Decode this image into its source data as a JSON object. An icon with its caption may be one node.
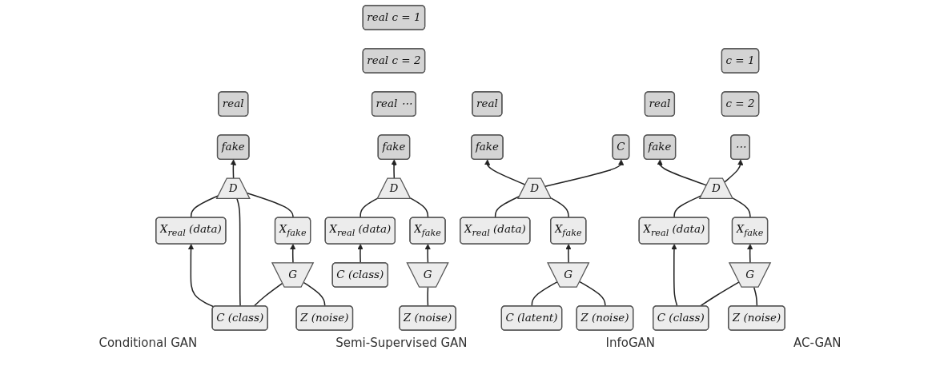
{
  "diagram": {
    "nodes": [
      {
        "text": [
          "real"
        ]
      },
      {
        "text": [
          "fake"
        ]
      },
      {
        "text": [
          "D"
        ]
      },
      {
        "text": [
          "X$_{real}$ (data)"
        ]
      },
      {
        "text": [
          "X$_{fake}$"
        ]
      },
      {
        "text": [
          "G"
        ]
      },
      {
        "text": [
          "C (class)"
        ]
      },
      {
        "text": [
          "Z (noise)"
        ]
      },
      {
        "text": [
          "real c = 1"
        ]
      },
      {
        "text": [
          "real c = 2"
        ]
      },
      {
        "text": [
          "real ⋯"
        ]
      },
      {
        "text": [
          "fake"
        ]
      },
      {
        "text": [
          "D"
        ]
      },
      {
        "text": [
          "X$_{real}$ (data)"
        ]
      },
      {
        "text": [
          "X$_{fake}$"
        ]
      },
      {
        "text": [
          "G"
        ]
      },
      {
        "text": [
          "C (class)"
        ]
      },
      {
        "text": [
          "Z (noise)"
        ]
      },
      {
        "text": [
          "real"
        ]
      },
      {
        "text": [
          "fake"
        ]
      },
      {
        "text": [
          "C"
        ]
      },
      {
        "text": [
          "D"
        ]
      },
      {
        "text": [
          "X$_{real}$ (data)"
        ]
      },
      {
        "text": [
          "X$_{fake}$"
        ]
      },
      {
        "text": [
          "G"
        ]
      },
      {
        "text": [
          "C (latent)"
        ]
      },
      {
        "text": [
          "Z (noise)"
        ]
      },
      {
        "text": [
          "c = 1"
        ]
      },
      {
        "text": [
          "real"
        ]
      },
      {
        "text": [
          "c = 2"
        ]
      },
      {
        "text": [
          "fake"
        ]
      },
      {
        "text": [
          "⋯"
        ]
      },
      {
        "text": [
          "D"
        ]
      },
      {
        "text": [
          "X$_{real}$ (data)"
        ]
      },
      {
        "text": [
          "X$_{fake}$"
        ]
      },
      {
        "text": [
          "G"
        ]
      },
      {
        "text": [
          "C (class)"
        ]
      },
      {
        "text": [
          "Z (noise)"
        ]
      }
    ],
    "edges": [
      {
        "from": 2,
        "to": 1,
        "arrow": "to"
      },
      {
        "from": 3,
        "to": 2,
        "arrow": "none"
      },
      {
        "from": 6,
        "to": 2,
        "arrow": "none"
      },
      {
        "from": 4,
        "to": 2,
        "arrow": "none"
      },
      {
        "from": 6,
        "to": 3,
        "arrow": "to"
      },
      {
        "from": 5,
        "to": 4,
        "arrow": "to"
      },
      {
        "from": 6,
        "to": 5,
        "arrow": "none"
      },
      {
        "from": 7,
        "to": 5,
        "arrow": "none"
      },
      {
        "from": 12,
        "to": 11,
        "arrow": "to"
      },
      {
        "from": 13,
        "to": 12,
        "arrow": "none"
      },
      {
        "from": 14,
        "to": 12,
        "arrow": "none"
      },
      {
        "from": 16,
        "to": 13,
        "arrow": "to"
      },
      {
        "from": 15,
        "to": 14,
        "arrow": "to"
      },
      {
        "from": 17,
        "to": 15,
        "arrow": "none"
      },
      {
        "from": 21,
        "to": 19,
        "arrow": "to"
      },
      {
        "from": 21,
        "to": 20,
        "arrow": "to"
      },
      {
        "from": 22,
        "to": 21,
        "arrow": "none"
      },
      {
        "from": 23,
        "to": 21,
        "arrow": "none"
      },
      {
        "from": 24,
        "to": 23,
        "arrow": "to"
      },
      {
        "from": 25,
        "to": 24,
        "arrow": "none"
      },
      {
        "from": 26,
        "to": 24,
        "arrow": "none"
      },
      {
        "from": 32,
        "to": 30,
        "arrow": "to"
      },
      {
        "from": 32,
        "to": 31,
        "arrow": "to"
      },
      {
        "from": 33,
        "to": 32,
        "arrow": "none"
      },
      {
        "from": 34,
        "to": 32,
        "arrow": "none"
      },
      {
        "from": 36,
        "to": 33,
        "arrow": "to"
      },
      {
        "from": 35,
        "to": 34,
        "arrow": "to"
      },
      {
        "from": 36,
        "to": 35,
        "arrow": "none"
      },
      {
        "from": 37,
        "to": 35,
        "arrow": "none"
      }
    ],
    "labels": [
      "Conditional GAN",
      "Semi-Supervised GAN",
      "InfoGAN",
      "AC-GAN"
    ]
  }
}
